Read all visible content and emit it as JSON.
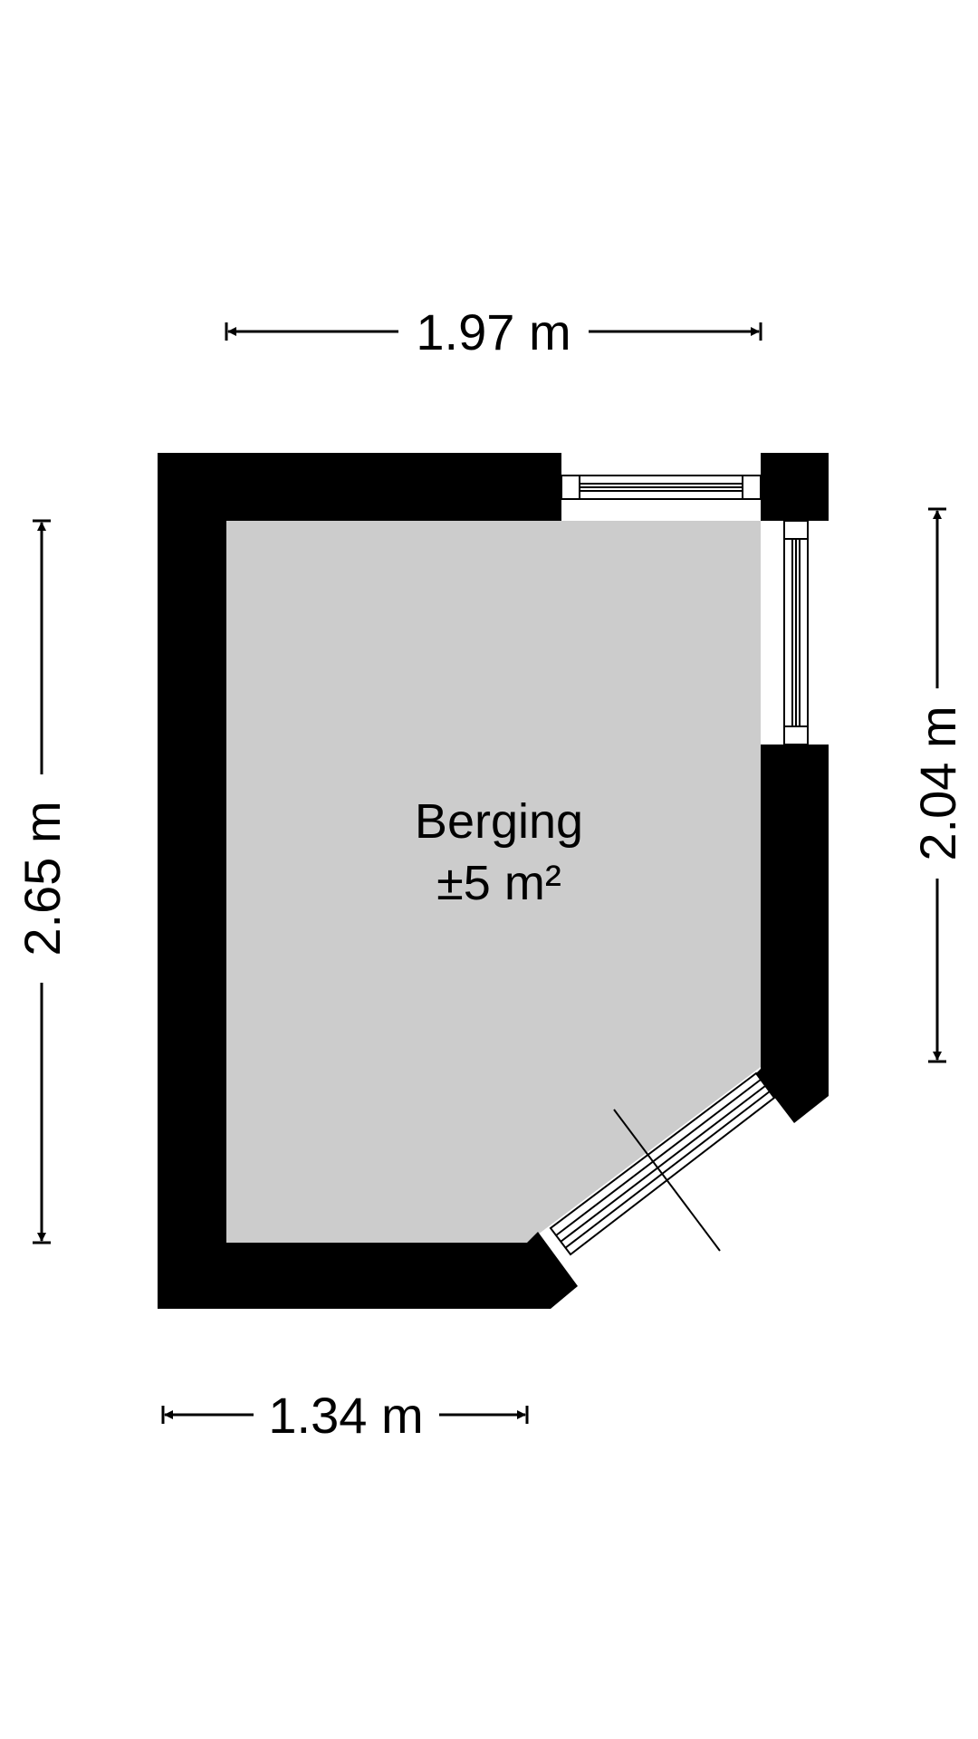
{
  "room": {
    "name": "Berging",
    "area": "±5 m²"
  },
  "dimensions": {
    "top_width": "1.97 m",
    "bottom_width": "1.34 m",
    "left_height": "2.65 m",
    "right_height": "2.04 m"
  },
  "colors": {
    "wall": "#000000",
    "floor": "#cccccc",
    "background": "#ffffff"
  }
}
